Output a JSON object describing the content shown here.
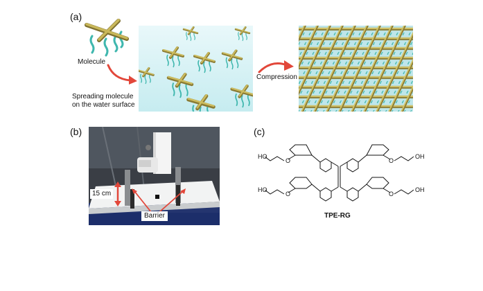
{
  "panels": {
    "a": {
      "label": "(a)",
      "molecule_caption": "Molecule",
      "spreading_caption_line1": "Spreading molecule",
      "spreading_caption_line2": "on the water surface",
      "compression_caption": "Compression"
    },
    "b": {
      "label": "(b)",
      "length_caption": "15 cm",
      "barrier_caption": "Barrier"
    },
    "c": {
      "label": "(c)",
      "ho_tl": "HO",
      "oh_tr": "OH",
      "ho_bl": "HO",
      "oh_br": "OH",
      "o_labels": [
        "O",
        "O",
        "O",
        "O"
      ],
      "compound_name": "TPE-RG"
    }
  },
  "colors": {
    "rod": "#b3a24a",
    "rod_dark": "#7e7030",
    "chain": "#3fb7ae",
    "water": "#d9f3f6",
    "arrow": "#e2473a"
  }
}
